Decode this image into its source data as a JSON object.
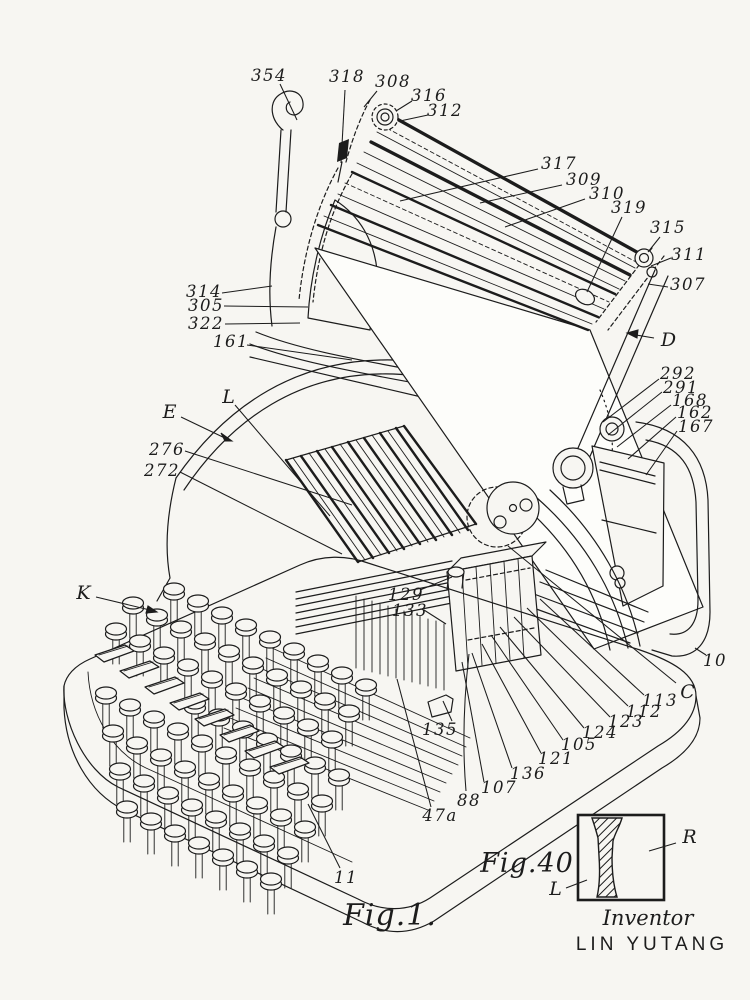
{
  "figure": {
    "caption_main": "Fig.1.",
    "caption_inset": "Fig.40",
    "inventor_heading": "Inventor",
    "inventor_name": "LIN YUTANG"
  },
  "inset": {
    "left_label": "L",
    "right_label": "R"
  },
  "colors": {
    "ink": "#1c1c1c",
    "background": "#f7f6f2",
    "paper": "#fdfdfa"
  },
  "refs": {
    "r354": "354",
    "r318": "318",
    "r308": "308",
    "r316": "316",
    "r312": "312",
    "r317": "317",
    "r309": "309",
    "r310": "310",
    "r319": "319",
    "r315": "315",
    "r311": "311",
    "r307": "307",
    "r314": "314",
    "r305": "305",
    "r322": "322",
    "r161": "161",
    "rD": "D",
    "r292": "292",
    "r291": "291",
    "r168": "168",
    "r162": "162",
    "r167": "167",
    "rE": "E",
    "rL": "L",
    "r276": "276",
    "r272": "272",
    "rK": "K",
    "r129": "129",
    "r133": "133",
    "r10": "10",
    "rC": "C",
    "r113": "113",
    "r112": "112",
    "r123": "123",
    "r124": "124",
    "r105": "105",
    "r121": "121",
    "r136": "136",
    "r107": "107",
    "r88": "88",
    "r47a": "47a",
    "r135": "135",
    "r11": "11"
  }
}
